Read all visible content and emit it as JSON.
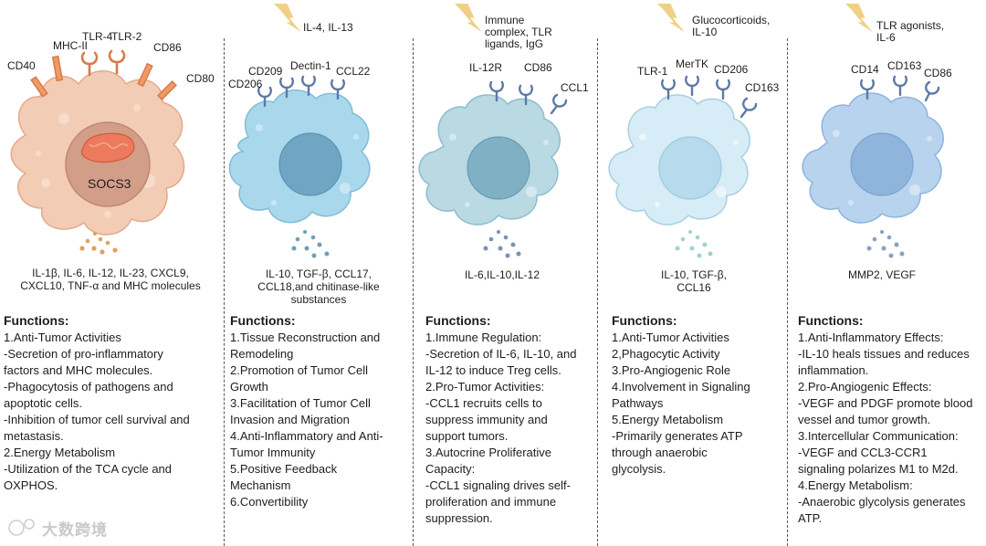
{
  "panels": [
    {
      "id": "m1",
      "stimulus": "",
      "receptors": [
        "MHC-II",
        "TLR-4",
        "TLR-2",
        "CD86",
        "CD40",
        "CD80"
      ],
      "nucleus_label": "SOCS3",
      "secreted": [
        "IL-1β, IL-6, IL-12, IL-23, CXCL9,",
        "CXCL10, TNF-α and MHC molecules"
      ],
      "functions_heading": "Functions:",
      "functions": [
        "1.Anti-Tumor Activities",
        "-Secretion of pro-inflammatory",
        "factors and MHC molecules.",
        "-Phagocytosis of pathogens and",
        "apoptotic cells.",
        "-Inhibition of tumor cell survival and",
        "metastasis.",
        "2.Energy Metabolism",
        "-Utilization of the TCA cycle and",
        "OXPHOS."
      ],
      "colors": {
        "cell": "#f2c9b0",
        "nucleus": "#d59d85",
        "dots": "#e0a25a"
      }
    },
    {
      "id": "m2a",
      "stimulus": [
        "IL-4, IL-13"
      ],
      "receptors": [
        "CD209",
        "Dectin-1",
        "CCL22",
        "CD206"
      ],
      "secreted": [
        "IL-10, TGF-β, CCL17,",
        "CCL18,and chitinase-like",
        "substances"
      ],
      "functions_heading": "Functions:",
      "functions": [
        "1.Tissue Reconstruction and",
        "Remodeling",
        "2.Promotion of Tumor Cell",
        "Growth",
        "3.Facilitation of Tumor Cell",
        "Invasion and Migration",
        "4.Anti-Inflammatory and Anti-",
        "Tumor Immunity",
        "5.Positive Feedback",
        "Mechanism",
        "6.Convertibility"
      ],
      "colors": {
        "cell": "#a9d8ec",
        "nucleus": "#6fa6c3",
        "dots": "#6d9fba"
      }
    },
    {
      "id": "m2b",
      "stimulus": [
        "Immune",
        "complex, TLR",
        "ligands, IgG"
      ],
      "receptors": [
        "IL-12R",
        "CD86",
        "CCL1"
      ],
      "secreted": [
        "IL-6,IL-10,IL-12"
      ],
      "functions_heading": "Functions:",
      "functions": [
        "1.Immune Regulation:",
        "-Secretion of IL-6, IL-10, and",
        "IL-12 to induce Treg cells.",
        "2.Pro-Tumor Activities:",
        "-CCL1 recruits cells to",
        "suppress immunity and",
        "support tumors.",
        "3.Autocrine Proliferative",
        "Capacity:",
        "-CCL1 signaling drives self-",
        "proliferation and immune",
        "suppression."
      ],
      "colors": {
        "cell": "#b9d9e3",
        "nucleus": "#7fb0c4",
        "dots": "#7c8fb3"
      }
    },
    {
      "id": "m2c",
      "stimulus": [
        "Glucocorticoids,",
        "IL-10"
      ],
      "receptors": [
        "TLR-1",
        "MerTK",
        "CD206",
        "CD163"
      ],
      "secreted": [
        "IL-10, TGF-β,",
        "CCL16"
      ],
      "functions_heading": "Functions:",
      "functions": [
        "1.Anti-Tumor Activities",
        "2,Phagocytic Activity",
        "3.Pro-Angiogenic Role",
        "4.Involvement in Signaling",
        "Pathways",
        "5.Energy Metabolism",
        "-Primarily generates ATP",
        "through anaerobic",
        "glycolysis."
      ],
      "colors": {
        "cell": "#d6ecf6",
        "nucleus": "#b7dbec",
        "dots": "#9fd3cf"
      }
    },
    {
      "id": "m2d",
      "stimulus": [
        "TLR agonists,",
        "IL-6"
      ],
      "receptors": [
        "CD14",
        "CD163",
        "CD86"
      ],
      "secreted": [
        "MMP2, VEGF"
      ],
      "functions_heading": "Functions:",
      "functions": [
        "1.Anti-Inflammatory Effects:",
        "-IL-10 heals tissues and reduces",
        "inflammation.",
        "2.Pro-Angiogenic Effects:",
        "-VEGF and PDGF promote blood",
        "vessel and tumor growth.",
        "3.Intercellular Communication:",
        "-VEGF and CCL3-CCR1",
        "signaling polarizes M1 to M2d.",
        "4.Energy Metabolism:",
        "-Anaerobic glycolysis generates",
        "ATP."
      ],
      "colors": {
        "cell": "#b8d3ee",
        "nucleus": "#8fb5dc",
        "dots": "#8a9fc6"
      }
    }
  ],
  "watermark": "大数跨境",
  "colors": {
    "lightning": "#f2cf86",
    "receptor_blue": "#5d79a6",
    "receptor_orange": "#d77a4a",
    "divider": "#555555"
  }
}
